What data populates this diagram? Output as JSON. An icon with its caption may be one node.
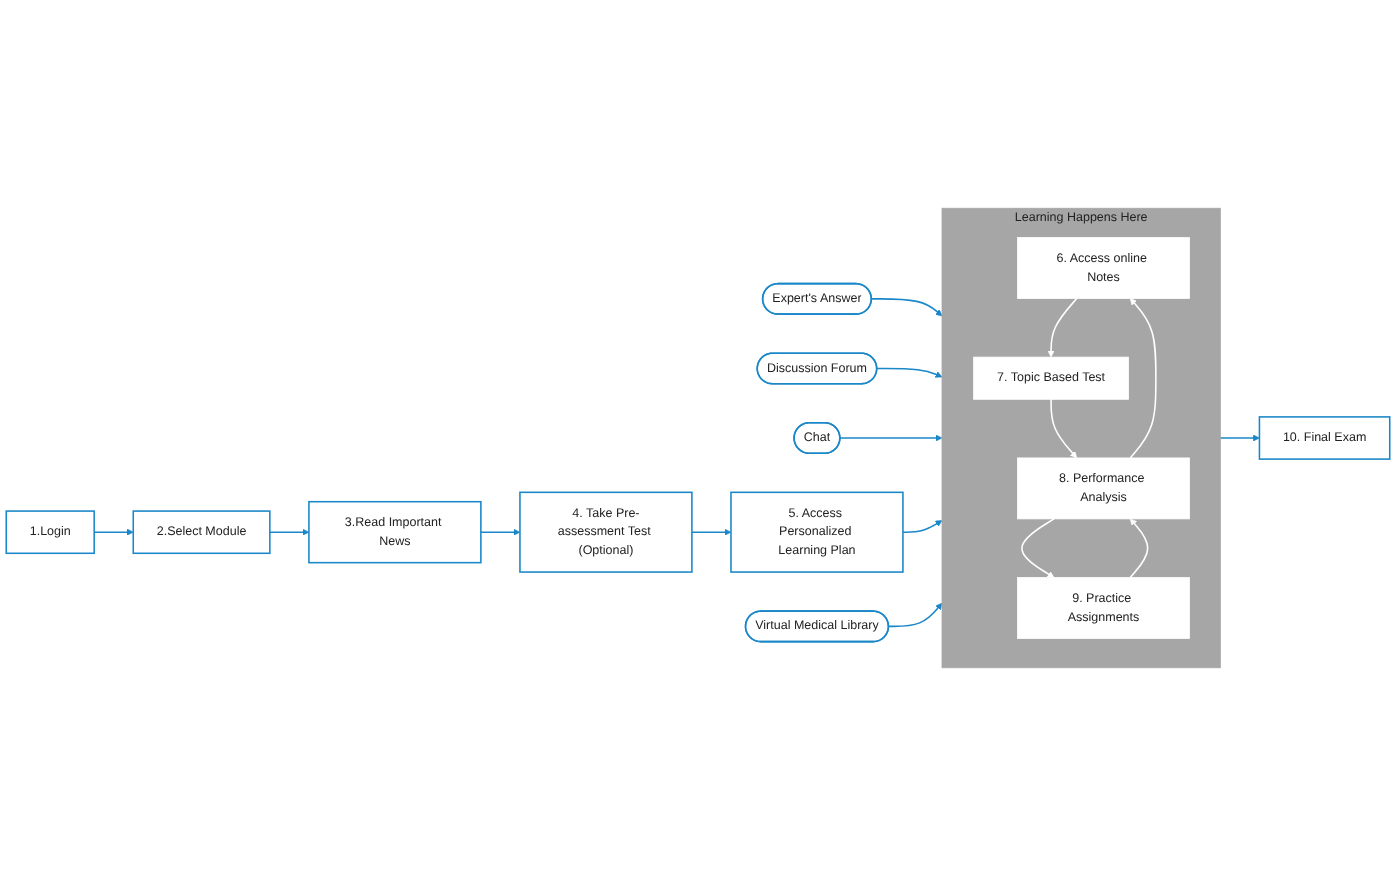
{
  "diagram": {
    "nodes": [
      {
        "text": [
          "Expert's Answer"
        ]
      },
      {
        "text": [
          "Discussion Forum"
        ]
      },
      {
        "text": [
          "Chat"
        ]
      },
      {
        "text": [
          "1.Login"
        ]
      },
      {
        "text": [
          "2.Select Module"
        ]
      },
      {
        "text": [
          "3.Read Important News"
        ]
      },
      {
        "text": [
          "4. Take Pre-assessment Test (Optional)"
        ]
      },
      {
        "text": [
          "5. Access Personalized Learning Plan"
        ]
      },
      {
        "text": [
          "Learning Happens Here"
        ]
      },
      {
        "text": [
          "6. Access online Notes"
        ],
        "in": 8
      },
      {
        "text": [
          "7. Topic Based Test"
        ],
        "in": 8
      },
      {
        "text": [
          "8. Performance Analysis"
        ],
        "in": 8
      },
      {
        "text": [
          "9. Practice Assignments"
        ],
        "in": 8
      },
      {
        "text": [
          "10. Final Exam"
        ]
      },
      {
        "text": [
          "Virtual Medical Library"
        ]
      }
    ],
    "edges": [
      {
        "from": 0,
        "to": 8,
        "arrow": "to"
      },
      {
        "from": 1,
        "to": 8,
        "arrow": "to"
      },
      {
        "from": 2,
        "to": 8,
        "arrow": "to"
      },
      {
        "from": 3,
        "to": 4,
        "arrow": "to"
      },
      {
        "from": 4,
        "to": 5,
        "arrow": "to"
      },
      {
        "from": 5,
        "to": 6,
        "arrow": "to"
      },
      {
        "from": 6,
        "to": 7,
        "arrow": "to"
      },
      {
        "from": 7,
        "to": 8,
        "arrow": "to"
      },
      {
        "from": 9,
        "to": 10,
        "arrow": "to",
        "color": "#ffffff"
      },
      {
        "from": 10,
        "to": 11,
        "arrow": "to",
        "color": "#ffffff"
      },
      {
        "from": 11,
        "to": 9,
        "arrow": "to",
        "color": "#ffffff"
      },
      {
        "from": 12,
        "to": 11,
        "arrow": "to",
        "color": "#ffffff"
      },
      {
        "from": 11,
        "to": 12,
        "arrow": "to",
        "color": "#ffffff"
      },
      {
        "from": 8,
        "to": 13,
        "arrow": "to"
      },
      {
        "from": 14,
        "to": 8,
        "arrow": "to"
      }
    ]
  }
}
